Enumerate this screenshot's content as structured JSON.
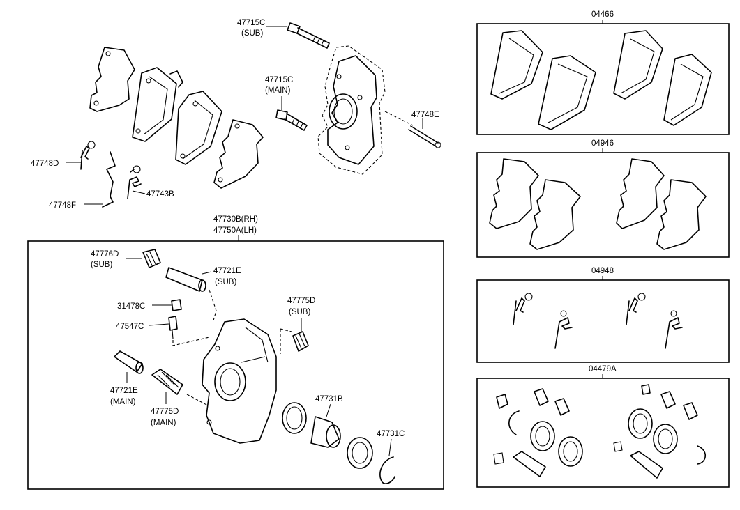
{
  "labels": {
    "p47715c_sub_1": "47715C",
    "p47715c_sub_2": "(SUB)",
    "p47715c_main_1": "47715C",
    "p47715c_main_2": "(MAIN)",
    "p47748e": "47748E",
    "p47748d": "47748D",
    "p47748f": "47748F",
    "p47743b": "47743B",
    "caliper_rh": "47730B(RH)",
    "caliper_lh": "47750A(LH)",
    "p47776d_1": "47776D",
    "p47776d_2": "(SUB)",
    "p47721e_sub_1": "47721E",
    "p47721e_sub_2": "(SUB)",
    "p31478c": "31478C",
    "p47547c": "47547C",
    "p47775d_sub_1": "47775D",
    "p47775d_sub_2": "(SUB)",
    "p47721e_main_1": "47721E",
    "p47721e_main_2": "(MAIN)",
    "p47775d_main_1": "47775D",
    "p47775d_main_2": "(MAIN)",
    "p47731b": "47731B",
    "p47731c": "47731C",
    "kit_04466": "04466",
    "kit_04946": "04946",
    "kit_04948": "04948",
    "kit_04479a": "04479A"
  }
}
